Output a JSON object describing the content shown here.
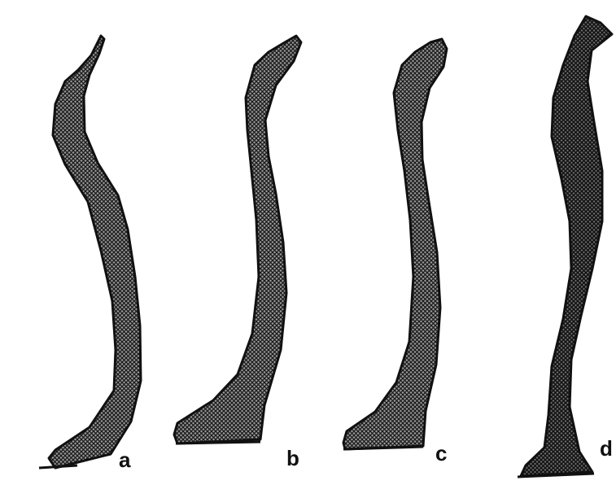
{
  "figure": {
    "panels": [
      {
        "id": "a",
        "label": "a"
      },
      {
        "id": "b",
        "label": "b"
      },
      {
        "id": "c",
        "label": "c"
      },
      {
        "id": "d",
        "label": "d"
      }
    ],
    "colors": {
      "ink": "#111111",
      "fill_dark": "#2a2a2a",
      "fill_light": "#d8d8d8",
      "background": "#ffffff"
    }
  }
}
